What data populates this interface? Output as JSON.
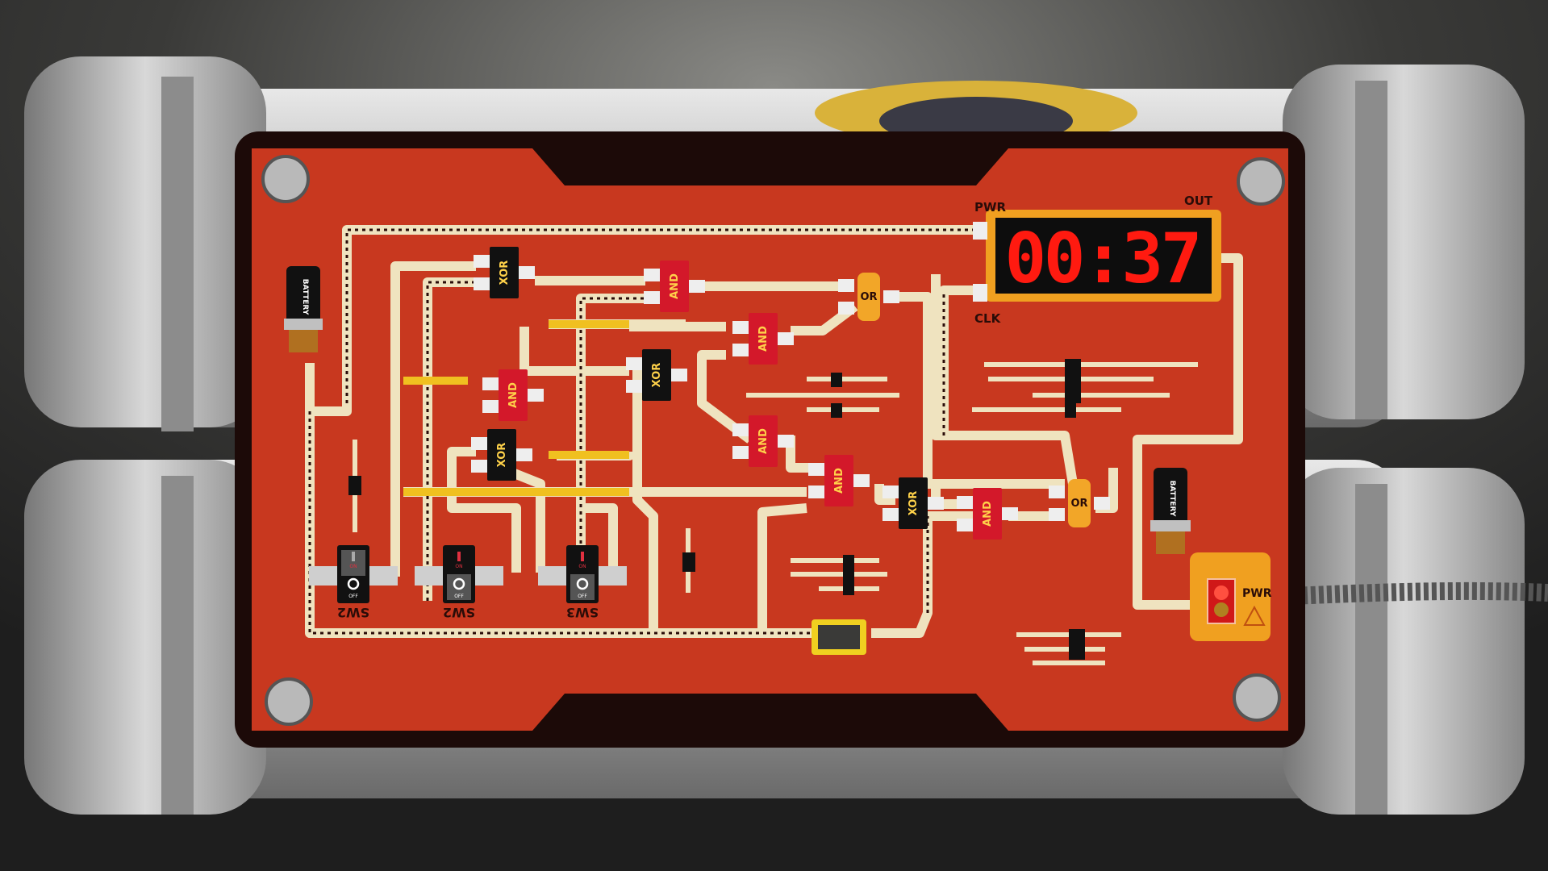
{
  "timer": {
    "value": "00:37",
    "pwr_label": "PWR",
    "out_label": "OUT",
    "clk_label": "CLK"
  },
  "switches": [
    {
      "label": "SW2",
      "state": "off",
      "on_text": "ON",
      "off_text": "OFF"
    },
    {
      "label": "SW2",
      "state": "on",
      "on_text": "ON",
      "off_text": "OFF"
    },
    {
      "label": "SW3",
      "state": "on",
      "on_text": "ON",
      "off_text": "OFF"
    }
  ],
  "gates": [
    {
      "type": "XOR"
    },
    {
      "type": "AND"
    },
    {
      "type": "OR"
    },
    {
      "type": "AND"
    },
    {
      "type": "AND"
    },
    {
      "type": "XOR"
    },
    {
      "type": "XOR"
    },
    {
      "type": "AND"
    },
    {
      "type": "AND"
    },
    {
      "type": "XOR"
    },
    {
      "type": "AND"
    },
    {
      "type": "OR"
    }
  ],
  "batteries": [
    {
      "label": "BATTERY"
    },
    {
      "label": "BATTERY"
    }
  ],
  "power_module": {
    "label": "PWR",
    "icon": "warning-triangle-icon"
  },
  "colors": {
    "board": "#c8381f",
    "trace": "#efe3bf",
    "timer_digits": "#ff1a10",
    "timer_frame": "#f0a020",
    "gate_and": "#d3182a",
    "gate_xor": "#111111",
    "gate_or": "#f2a628"
  }
}
